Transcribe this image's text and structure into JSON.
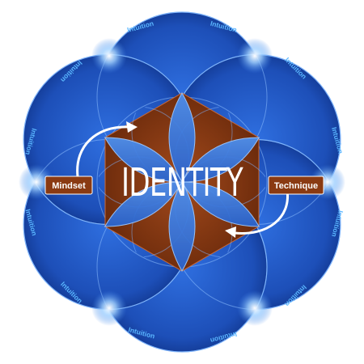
{
  "diagram": {
    "center_label": "IDENTITY",
    "left_label": "Mindset",
    "right_label": "Technique",
    "outer_labels": [
      "Intuition",
      "Intuition",
      "Intuition",
      "Intuition",
      "Intuition",
      "Intuition",
      "Intuition",
      "Intuition",
      "Intuition",
      "Intuition",
      "Intuition",
      "Intuition"
    ],
    "colors": {
      "blue_dark": "#0a2d80",
      "blue_mid": "#1e57c4",
      "blue_light": "#3d82e8",
      "copper": "#8a3a12",
      "label_blue": "#5ab6ff"
    }
  }
}
